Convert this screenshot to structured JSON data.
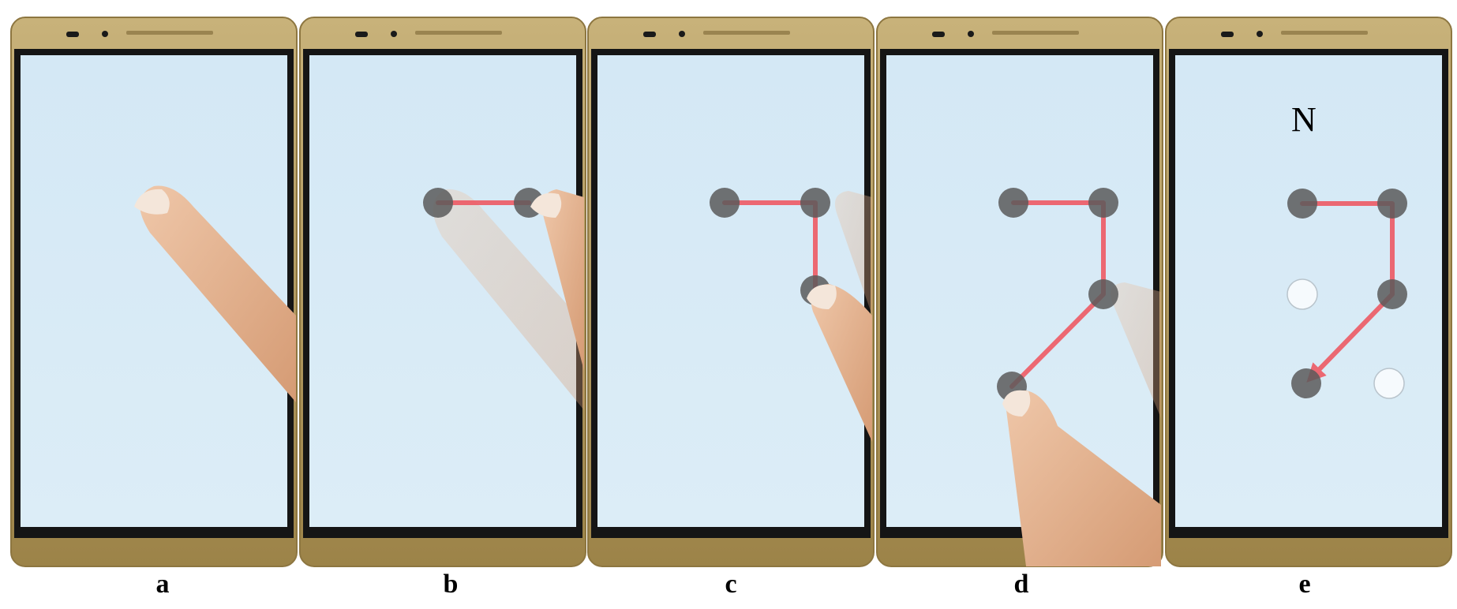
{
  "panels": [
    {
      "label": "a",
      "pattern_steps": 0,
      "finger": "pointing"
    },
    {
      "label": "b",
      "pattern_steps": 2,
      "finger": "touching"
    },
    {
      "label": "c",
      "pattern_steps": 3,
      "finger": "touching"
    },
    {
      "label": "d",
      "pattern_steps": 4,
      "finger": "touching"
    },
    {
      "label": "e",
      "pattern_steps": 4,
      "finger": "none",
      "recognized_letter": "N"
    }
  ],
  "pattern_grid": {
    "rows": 3,
    "cols": 2,
    "path_cells": [
      "r1c1",
      "r1c2",
      "r2c2",
      "r3c1"
    ]
  },
  "colors": {
    "phone_frame": "#b39b62",
    "phone_frame_dark": "#8d7640",
    "bezel": "#151515",
    "screen": "#d8ebf6",
    "dot": "#5a5a5a",
    "path": "#ee5a64",
    "finger": "#e8b898"
  }
}
